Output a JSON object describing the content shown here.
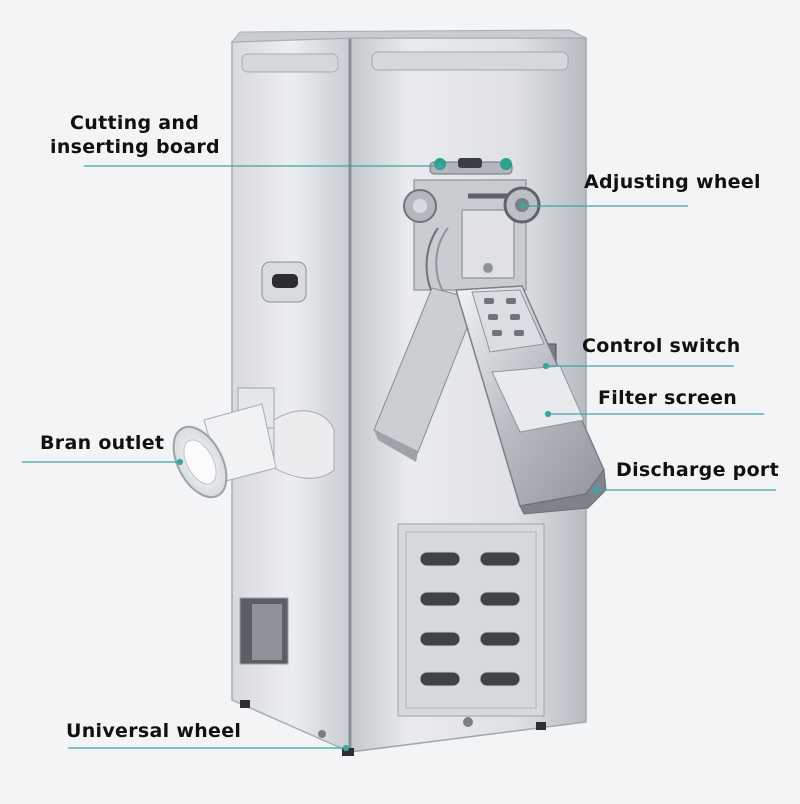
{
  "colors": {
    "background": "#f3f4f6",
    "leader_line": "#3aa7a3",
    "steel_light": "#e6e8ec",
    "steel_dark": "#9aa0a8"
  },
  "labels": {
    "cutting_board": [
      "Cutting and",
      "inserting board"
    ],
    "adjusting_wheel": "Adjusting wheel",
    "control_switch": "Control switch",
    "filter_screen": "Filter screen",
    "bran_outlet": "Bran outlet",
    "discharge_port": "Discharge port",
    "universal_wheel": "Universal wheel"
  }
}
